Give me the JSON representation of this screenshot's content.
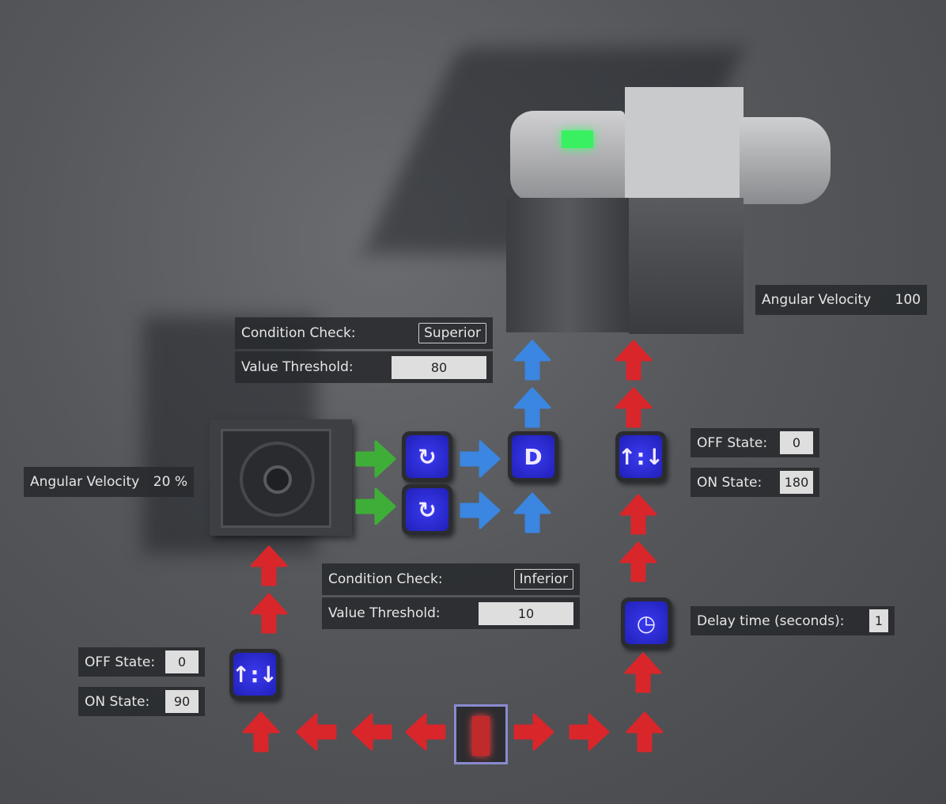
{
  "top_velocity": {
    "label": "Angular Velocity",
    "value": "100"
  },
  "superior_check": {
    "condition_label": "Condition Check:",
    "condition_value": "Superior",
    "threshold_label": "Value Threshold:",
    "threshold_value": "80"
  },
  "rotor_velocity": {
    "label": "Angular Velocity",
    "value": "20 %"
  },
  "right_converter": {
    "off_label": "OFF State:",
    "off_value": "0",
    "on_label": "ON State:",
    "on_value": "180"
  },
  "inferior_check": {
    "condition_label": "Condition Check:",
    "condition_value": "Inferior",
    "threshold_label": "Value Threshold:",
    "threshold_value": "10"
  },
  "delay": {
    "label": "Delay time (seconds):",
    "value": "1"
  },
  "left_converter": {
    "off_label": "OFF State:",
    "off_value": "0",
    "on_label": "ON State:",
    "on_value": "90"
  },
  "colors": {
    "red": "#d9262b",
    "blue": "#3a86e0",
    "green": "#3fae38",
    "block": "#2a2ad8"
  }
}
